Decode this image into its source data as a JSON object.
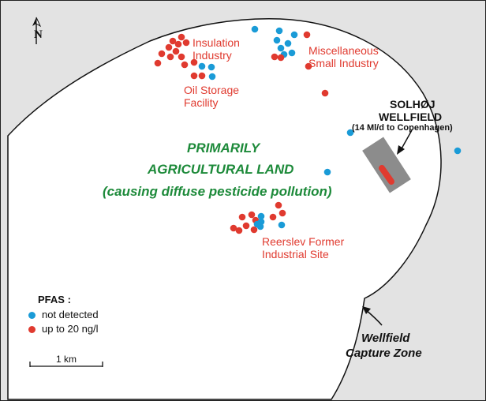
{
  "colors": {
    "not_detected": "#1a9bd7",
    "detected": "#e03a2f",
    "outside_zone": "#e3e3e3",
    "wellfield": "#8c8c8c",
    "land_label": "#1d8a3a"
  },
  "north_label": "N",
  "labels": {
    "insulation": "Insulation\nIndustry",
    "oil_storage": "Oil Storage\nFacility",
    "misc": "Miscellaneous\nSmall Industry",
    "reerslev": "Reerslev Former\nIndustrial Site"
  },
  "land_use": {
    "line1": "PRIMARILY",
    "line2": "AGRICULTURAL LAND",
    "line3": "(causing diffuse pesticide pollution)"
  },
  "wellfield": {
    "name_line1": "SOLHØJ",
    "name_line2": "WELLFIELD",
    "detail": "(14 Ml/d to Copenhagen)"
  },
  "capture_zone": {
    "line1": "Wellfield",
    "line2": "Capture Zone"
  },
  "legend": {
    "title": "PFAS :",
    "items": [
      {
        "label": "not detected",
        "status": "not_detected"
      },
      {
        "label": "up to 20 ng/l",
        "status": "detected"
      }
    ]
  },
  "scale_bar": {
    "label": "1 km"
  }
}
